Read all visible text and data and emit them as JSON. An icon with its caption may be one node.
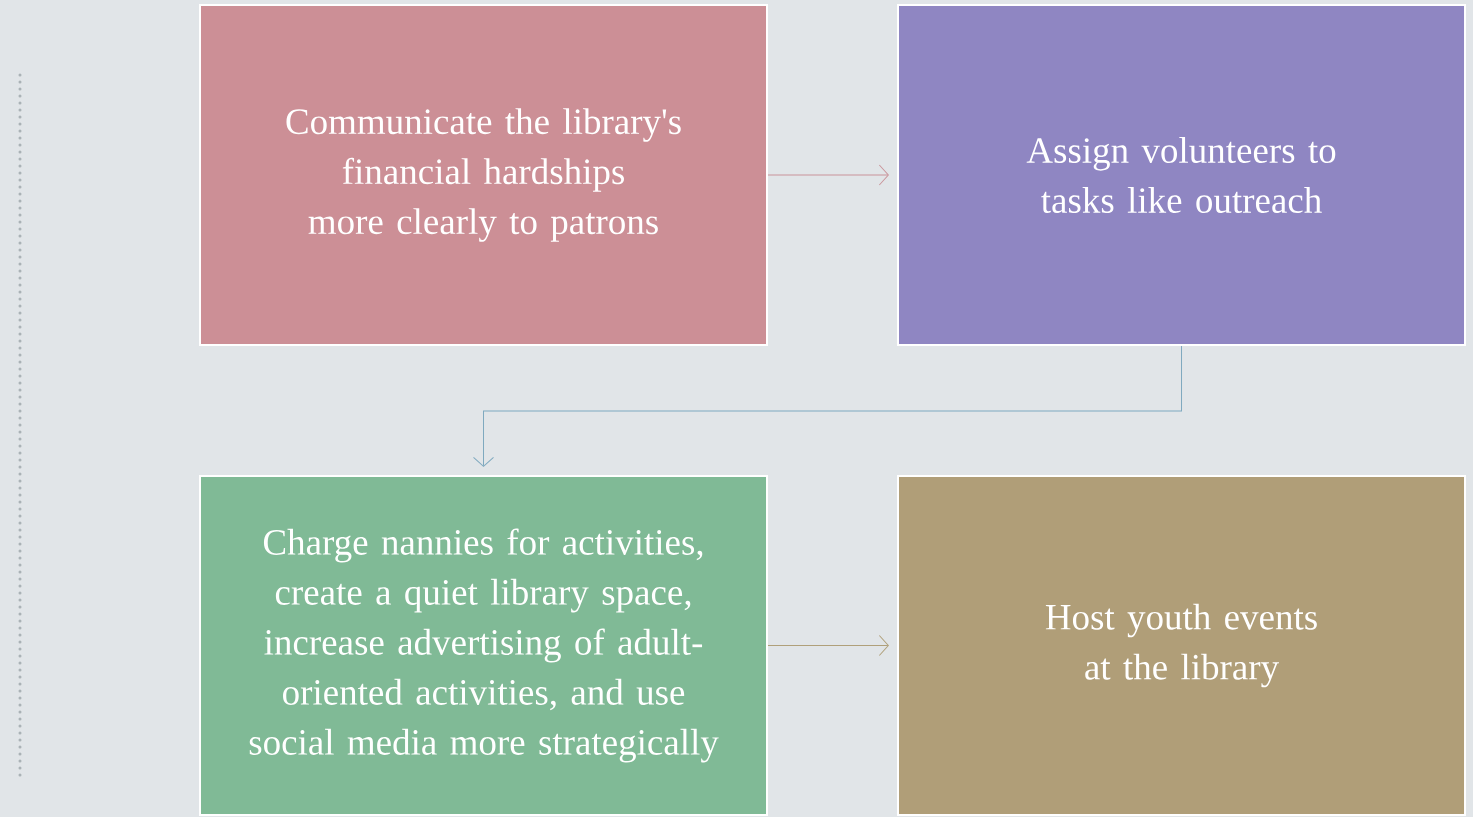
{
  "diagram": {
    "nodes": [
      {
        "text": [
          "Communicate the library's financial hardships more clearly to patrons"
        ]
      },
      {
        "text": [
          "Assign volunteers to tasks like outreach"
        ]
      },
      {
        "text": [
          "Charge nannies for activities, create a quiet library space, increase advertising of adult-oriented activities, and use social media more strategically"
        ]
      },
      {
        "text": [
          "Host youth events at the library"
        ]
      }
    ],
    "edges": [
      {
        "from": 0,
        "to": 1,
        "arrow": "to",
        "color": "#c9949a"
      },
      {
        "from": 1,
        "to": 2,
        "arrow": "to",
        "color": "#7fa9bf"
      },
      {
        "from": 2,
        "to": 3,
        "arrow": "to",
        "color": "#b0a07a"
      }
    ]
  }
}
